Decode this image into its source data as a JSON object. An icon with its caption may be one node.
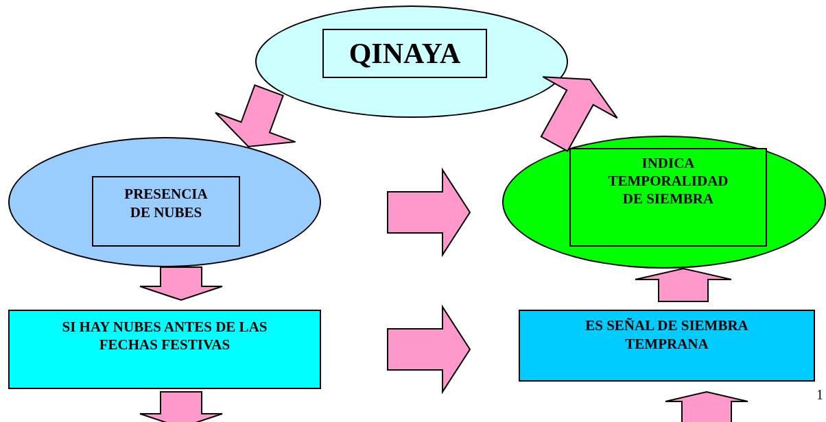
{
  "diagram": {
    "nodes": [
      {
        "text": [],
        "shape": "ellipse"
      },
      {
        "text": [
          "QINAYA"
        ],
        "in": 0
      },
      {
        "text": [],
        "shape": "ellipse"
      },
      {
        "text": [
          "PRESENCIA DE NUBES"
        ],
        "in": 2
      },
      {
        "text": [],
        "shape": "ellipse"
      },
      {
        "text": [
          "INDICA TEMPORALIDAD DE SIEMBRA"
        ],
        "in": 4
      },
      {
        "text": [
          "SI HAY NUBES ANTES DE LAS FECHAS FESTIVAS"
        ]
      },
      {
        "text": [
          "ES SEÑAL DE SIEMBRA TEMPRANA"
        ]
      }
    ],
    "edges": [
      {
        "from": 0,
        "to": 2,
        "arrow": "to"
      },
      {
        "from": 4,
        "to": 0,
        "arrow": "to"
      },
      {
        "from": 2,
        "to": 4,
        "arrow": "to"
      },
      {
        "from": 2,
        "to": 6,
        "arrow": "to"
      },
      {
        "from": 6,
        "to": 7,
        "arrow": "to"
      },
      {
        "from": 7,
        "to": 4,
        "arrow": "to"
      },
      {
        "from": 6,
        "to": null,
        "arrow": "to"
      },
      {
        "from": null,
        "to": 7,
        "arrow": "to"
      }
    ],
    "labels": [
      "1"
    ]
  }
}
